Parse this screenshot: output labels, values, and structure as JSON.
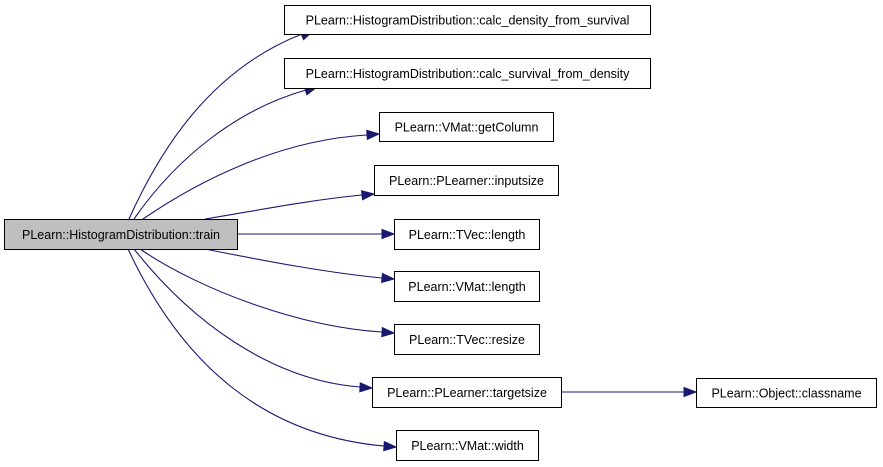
{
  "diagram": {
    "type": "call-graph",
    "colors": {
      "edge": "#191970",
      "root_fill": "#bfbfbf",
      "node_fill": "#ffffff",
      "node_border": "#000000"
    },
    "nodes": [
      {
        "id": "train",
        "label": "PLearn::HistogramDistribution::train",
        "root": true
      },
      {
        "id": "calc_density",
        "label": "PLearn::HistogramDistribution::calc_density_from_survival"
      },
      {
        "id": "calc_survival",
        "label": "PLearn::HistogramDistribution::calc_survival_from_density"
      },
      {
        "id": "getColumn",
        "label": "PLearn::VMat::getColumn"
      },
      {
        "id": "inputsize",
        "label": "PLearn::PLearner::inputsize"
      },
      {
        "id": "tvec_length",
        "label": "PLearn::TVec::length"
      },
      {
        "id": "vmat_length",
        "label": "PLearn::VMat::length"
      },
      {
        "id": "resize",
        "label": "PLearn::TVec::resize"
      },
      {
        "id": "targetsize",
        "label": "PLearn::PLearner::targetsize"
      },
      {
        "id": "vmat_width",
        "label": "PLearn::VMat::width"
      },
      {
        "id": "classname",
        "label": "PLearn::Object::classname"
      }
    ],
    "edges": [
      {
        "from": "train",
        "to": "calc_density"
      },
      {
        "from": "train",
        "to": "calc_survival"
      },
      {
        "from": "train",
        "to": "getColumn"
      },
      {
        "from": "train",
        "to": "inputsize"
      },
      {
        "from": "train",
        "to": "tvec_length"
      },
      {
        "from": "train",
        "to": "vmat_length"
      },
      {
        "from": "train",
        "to": "resize"
      },
      {
        "from": "train",
        "to": "targetsize"
      },
      {
        "from": "train",
        "to": "vmat_width"
      },
      {
        "from": "targetsize",
        "to": "classname"
      }
    ]
  }
}
